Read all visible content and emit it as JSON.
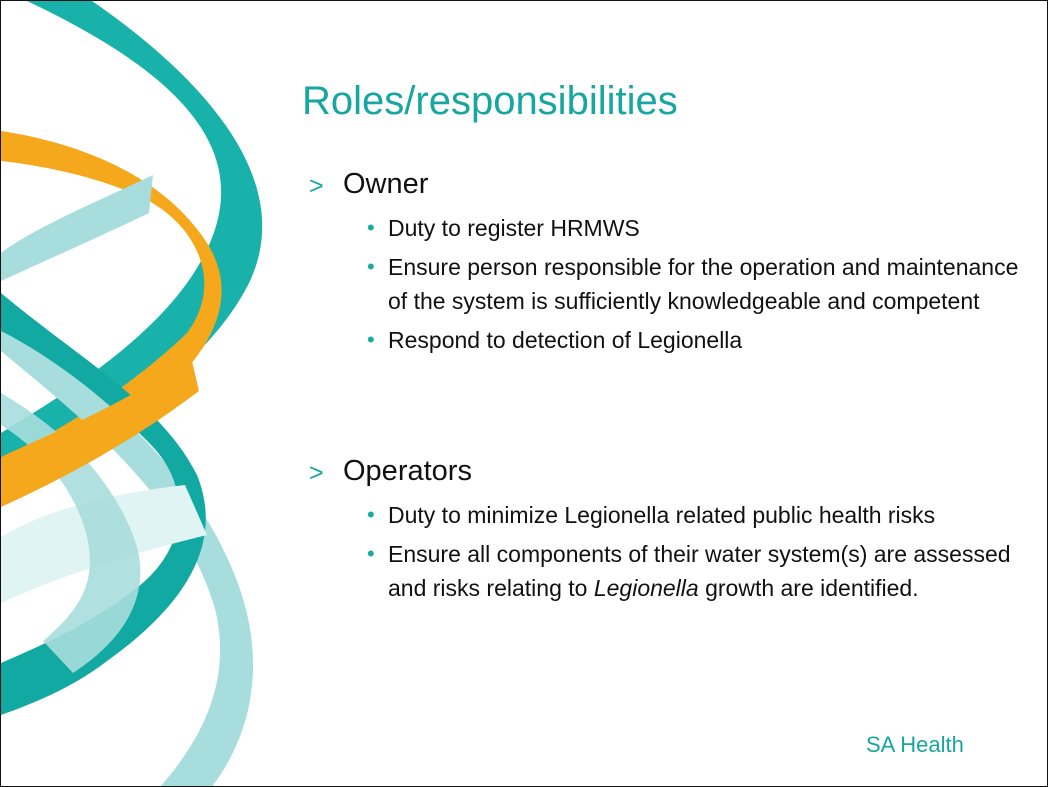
{
  "slide": {
    "title": "Roles/responsibilities",
    "sections": [
      {
        "heading": "Owner",
        "marker": ">",
        "bullets": [
          "Duty to register HRMWS",
          "Ensure person responsible for the operation and maintenance of the system is sufficiently knowledgeable and competent",
          "Respond to detection of Legionella"
        ]
      },
      {
        "heading": "Operators",
        "marker": ">",
        "bullets": [
          "Duty to minimize Legionella related public health risks",
          {
            "before": "Ensure all components of their water system(s) are assessed and risks relating to ",
            "italic": "Legionella",
            "after": " growth are identified."
          }
        ]
      }
    ],
    "footer": "SA Health",
    "colors": {
      "teal": "#17a6a0",
      "light_teal": "#a7dddd",
      "gold": "#f5a81c",
      "text": "#111111"
    },
    "decoration": "dna-ribbons"
  }
}
